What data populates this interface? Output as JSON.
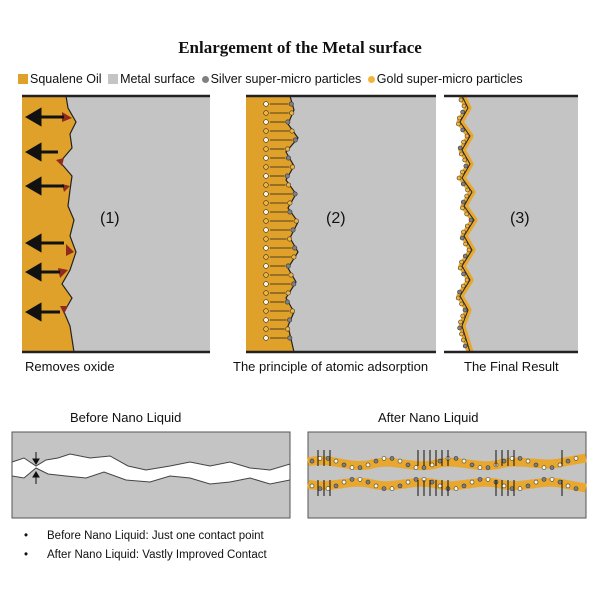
{
  "title": "Enlargement of the Metal surface",
  "legend": [
    {
      "label": "Squalene Oil",
      "color": "#E0A12A",
      "shape": "square"
    },
    {
      "label": "Metal surface",
      "color": "#C4C4C4",
      "shape": "square"
    },
    {
      "label": "Silver super-micro particles",
      "color": "#808080",
      "shape": "dot"
    },
    {
      "label": "Gold super-micro particles",
      "color": "#F2B43C",
      "shape": "dot"
    }
  ],
  "panels": [
    {
      "number": "(1)",
      "caption": "Removes oxide"
    },
    {
      "number": "(2)",
      "caption": "The principle of atomic adsorption"
    },
    {
      "number": "(3)",
      "caption": "The Final Result"
    }
  ],
  "contact": {
    "before_title": "Before Nano Liquid",
    "after_title": "After Nano Liquid"
  },
  "notes": [
    {
      "bullet": "•",
      "text": "Before Nano Liquid: Just one contact point"
    },
    {
      "bullet": "•",
      "text": "After Nano Liquid: Vastly Improved Contact"
    }
  ],
  "colors": {
    "oil": "#E0A12A",
    "metal": "#C4C4C4",
    "silver": "#808080",
    "gold": "#F2B43C",
    "oxide": "#8E2A1E"
  }
}
